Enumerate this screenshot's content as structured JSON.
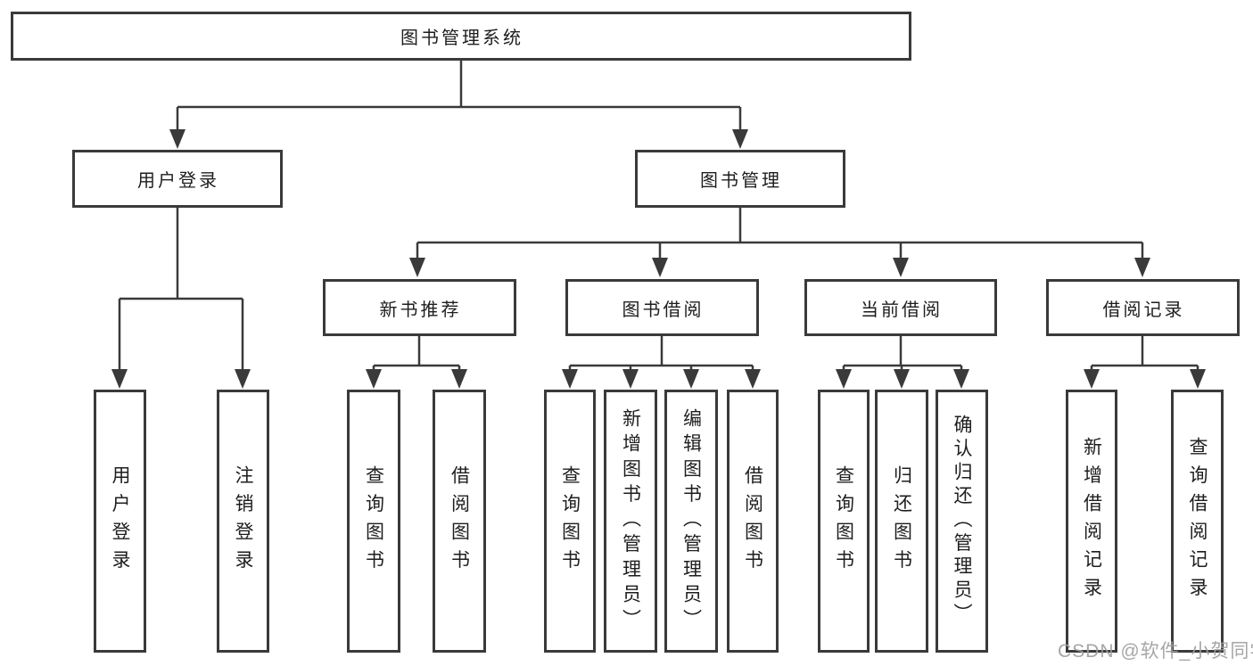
{
  "tree": {
    "label": "图书管理系统",
    "children": [
      {
        "label": "用户登录",
        "children": [
          {
            "label": "用户登录"
          },
          {
            "label": "注销登录"
          }
        ]
      },
      {
        "label": "图书管理",
        "children": [
          {
            "label": "新书推荐",
            "children": [
              {
                "label": "查询图书"
              },
              {
                "label": "借阅图书"
              }
            ]
          },
          {
            "label": "图书借阅",
            "children": [
              {
                "label": "查询图书"
              },
              {
                "label": "新增图书（管理员）"
              },
              {
                "label": "编辑图书（管理员）"
              },
              {
                "label": "借阅图书"
              }
            ]
          },
          {
            "label": "当前借阅",
            "children": [
              {
                "label": "查询图书"
              },
              {
                "label": "归还图书"
              },
              {
                "label": "确认归还（管理员）"
              }
            ]
          },
          {
            "label": "借阅记录",
            "children": [
              {
                "label": "新增借阅记录"
              },
              {
                "label": "查询借阅记录"
              }
            ]
          }
        ]
      }
    ]
  },
  "watermark": {
    "text": "CSDN @软件_小贺同学"
  },
  "colors": {
    "line": "#3a3a3a",
    "text": "#1e1e1e",
    "watermark": "#9e9e9e",
    "background": "#ffffff"
  }
}
